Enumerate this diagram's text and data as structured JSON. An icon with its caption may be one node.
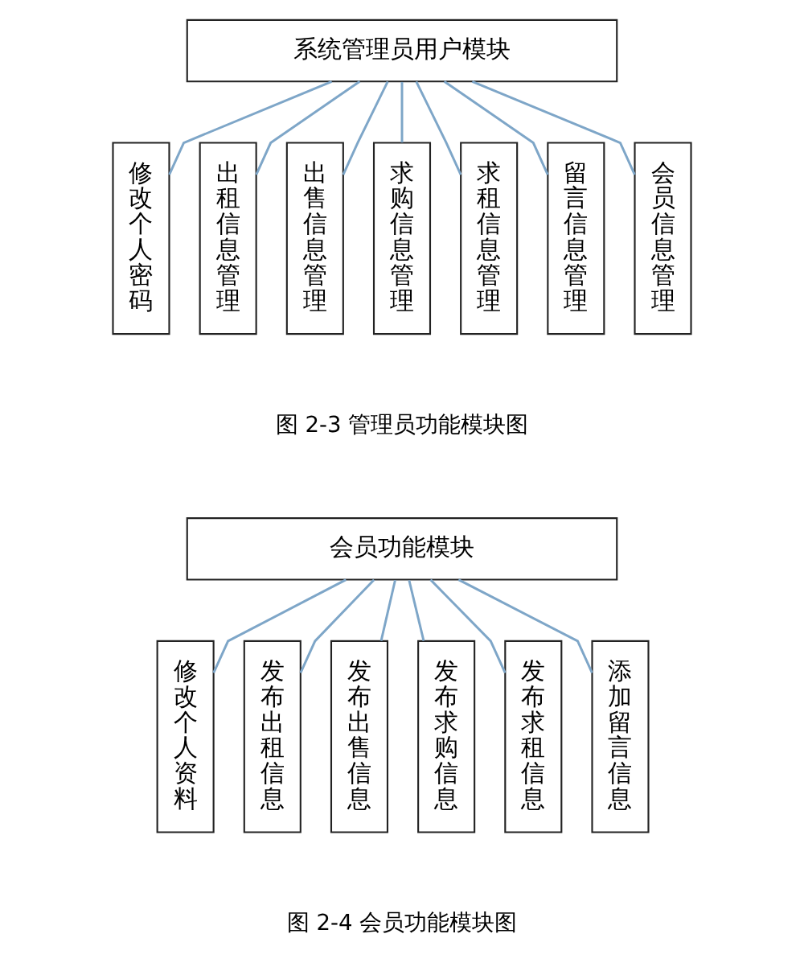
{
  "diagram": {
    "nodes": [
      {
        "text": [
          "系统管理员用户模块"
        ]
      },
      {
        "text": [
          "修改个人密码"
        ]
      },
      {
        "text": [
          "出租信息管理"
        ]
      },
      {
        "text": [
          "出售信息管理"
        ]
      },
      {
        "text": [
          "求购信息管理"
        ]
      },
      {
        "text": [
          "求租信息管理"
        ]
      },
      {
        "text": [
          "留言信息管理"
        ]
      },
      {
        "text": [
          "会员信息管理"
        ]
      },
      {
        "text": [
          "会员功能模块"
        ]
      },
      {
        "text": [
          "修改个人资料"
        ]
      },
      {
        "text": [
          "发布出租信息"
        ]
      },
      {
        "text": [
          "发布出售信息"
        ]
      },
      {
        "text": [
          "发布求购信息"
        ]
      },
      {
        "text": [
          "发布求租信息"
        ]
      },
      {
        "text": [
          "添加留言信息"
        ]
      }
    ],
    "edges": [
      {
        "from": 0,
        "to": 1,
        "arrow": "none"
      },
      {
        "from": 0,
        "to": 2,
        "arrow": "none"
      },
      {
        "from": 0,
        "to": 3,
        "arrow": "none"
      },
      {
        "from": 0,
        "to": 4,
        "arrow": "none"
      },
      {
        "from": 0,
        "to": 5,
        "arrow": "none"
      },
      {
        "from": 0,
        "to": 6,
        "arrow": "none"
      },
      {
        "from": 0,
        "to": 7,
        "arrow": "none"
      },
      {
        "from": 8,
        "to": 9,
        "arrow": "none"
      },
      {
        "from": 8,
        "to": 10,
        "arrow": "none"
      },
      {
        "from": 8,
        "to": 11,
        "arrow": "none"
      },
      {
        "from": 8,
        "to": 12,
        "arrow": "none"
      },
      {
        "from": 8,
        "to": 13,
        "arrow": "none"
      },
      {
        "from": 8,
        "to": 14,
        "arrow": "none"
      }
    ],
    "labels": [
      "图 2-3 管理员功能模块图",
      "图 2-4 会员功能模块图"
    ]
  }
}
